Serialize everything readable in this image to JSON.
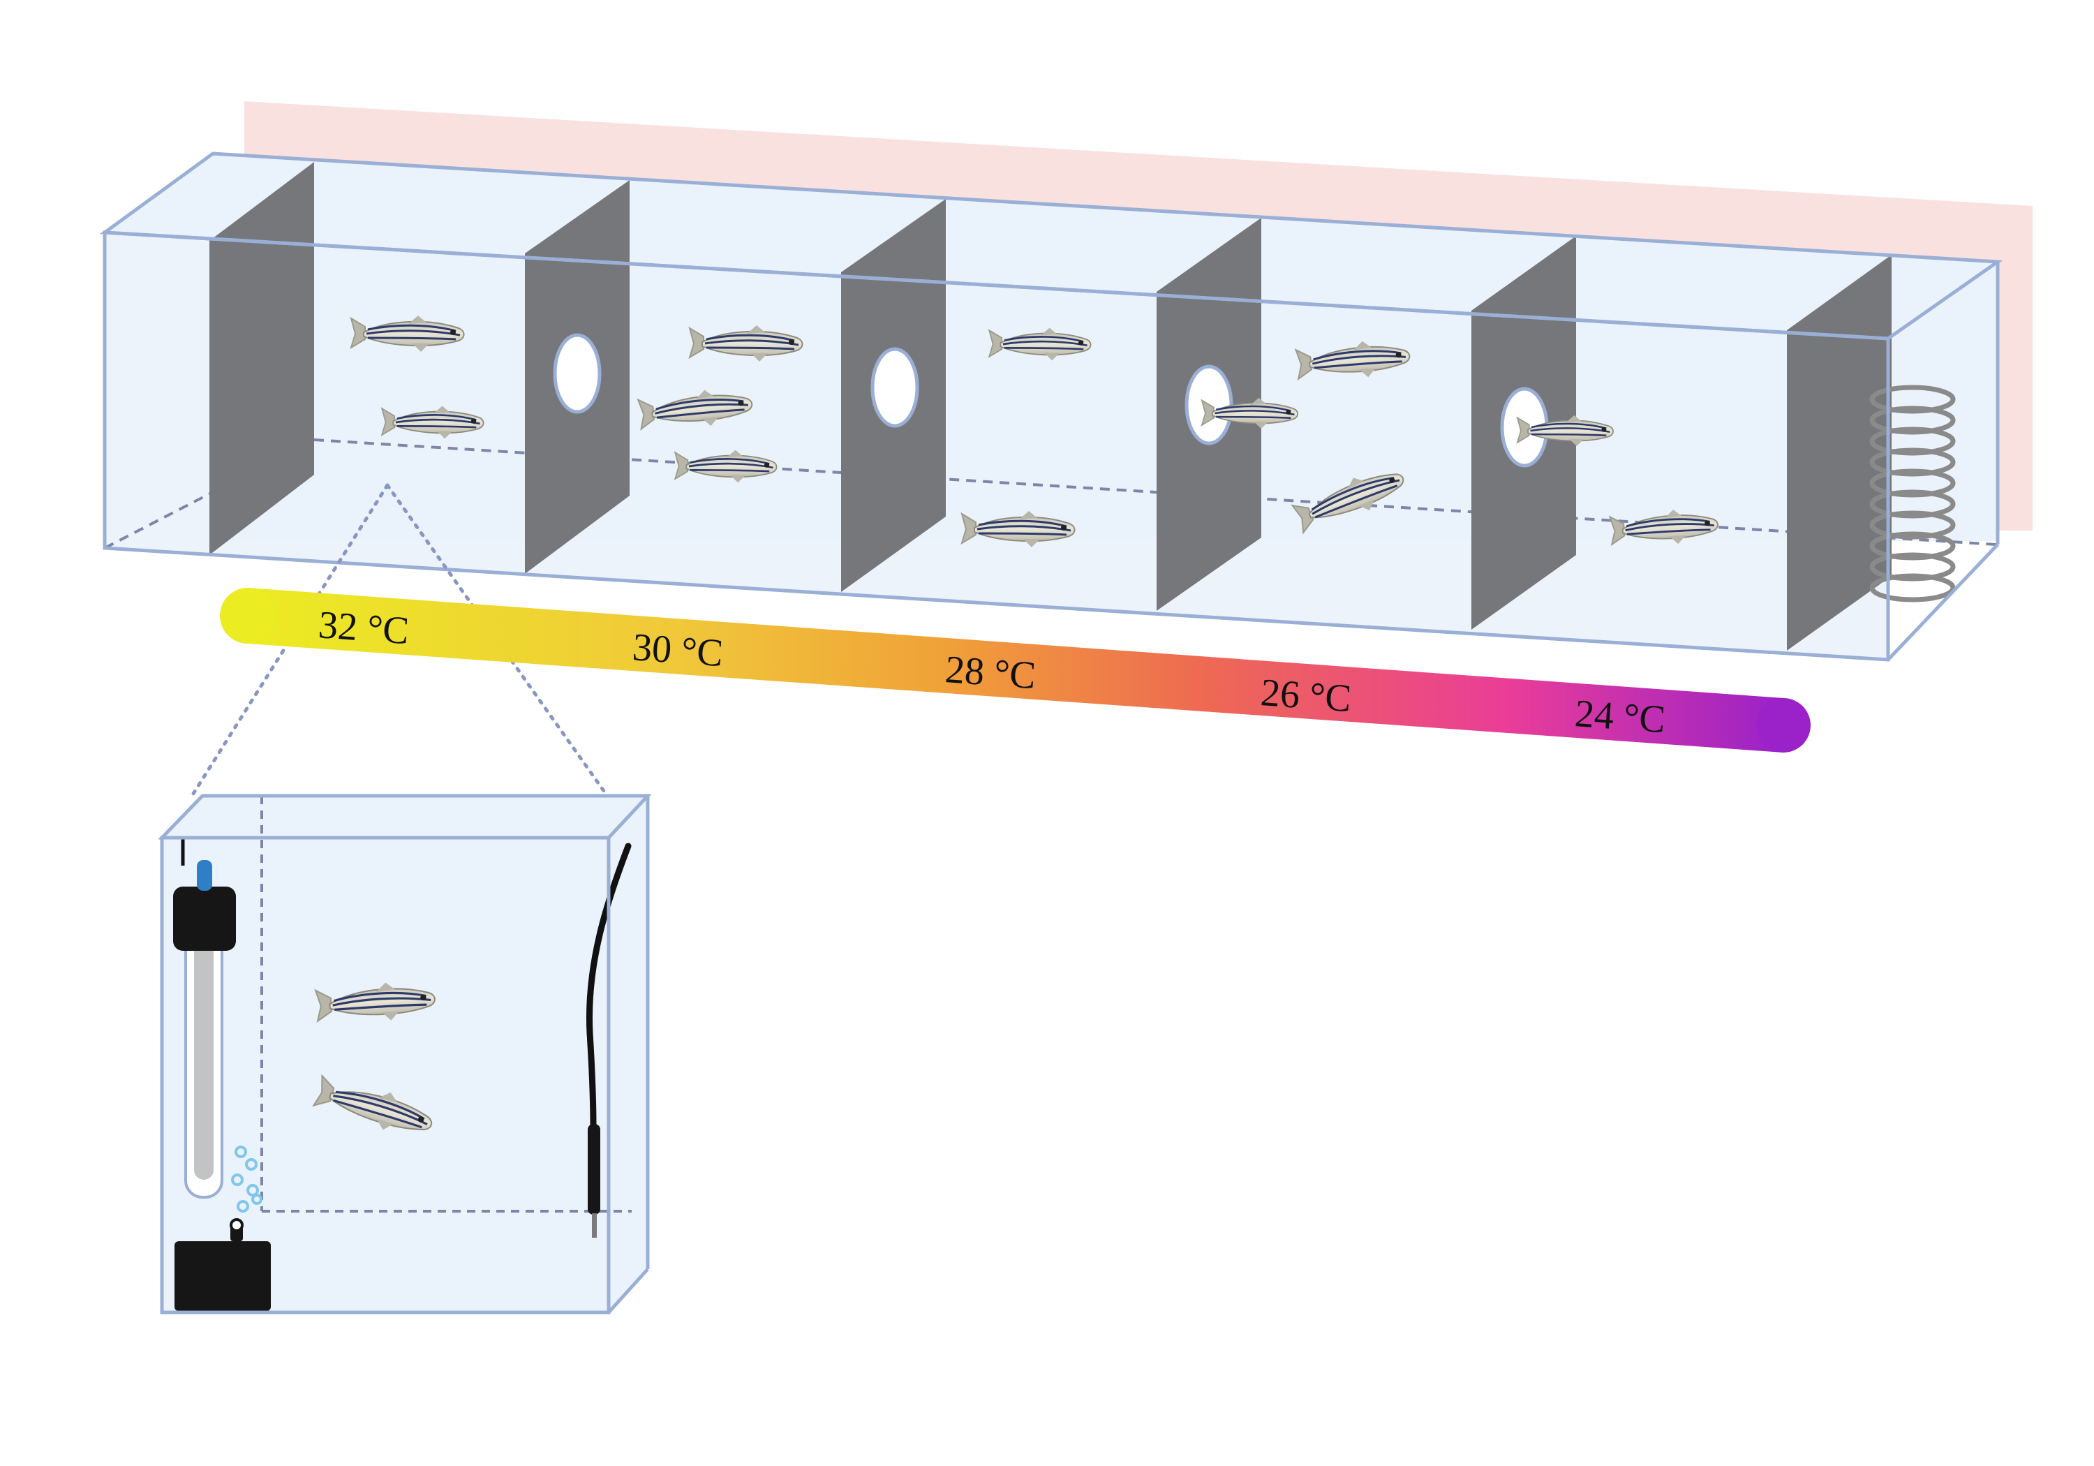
{
  "temperature_gradient": {
    "labels": [
      "32 °C",
      "30 °C",
      "28 °C",
      "26 °C",
      "24 °C"
    ],
    "colors": [
      "#ecec22",
      "#f0a238",
      "#ee6a52",
      "#ea3d98",
      "#9a22c8"
    ]
  },
  "colors": {
    "tank_fill": "#eaf2fb",
    "tank_edge": "#9aafd6",
    "divider": "#76777a",
    "heat_panel": "#f8dedd",
    "coil": "#8a8a8a",
    "bubble": "#7fc7ec",
    "heater_cap": "#2e7fc6",
    "dashed_line": "#7d86a8"
  },
  "icons": {
    "fish": "zebrafish-icon",
    "coil": "cooling-coil-icon",
    "heater": "aquarium-heater-icon",
    "pump": "air-pump-icon",
    "probe": "thermometer-probe-icon"
  }
}
